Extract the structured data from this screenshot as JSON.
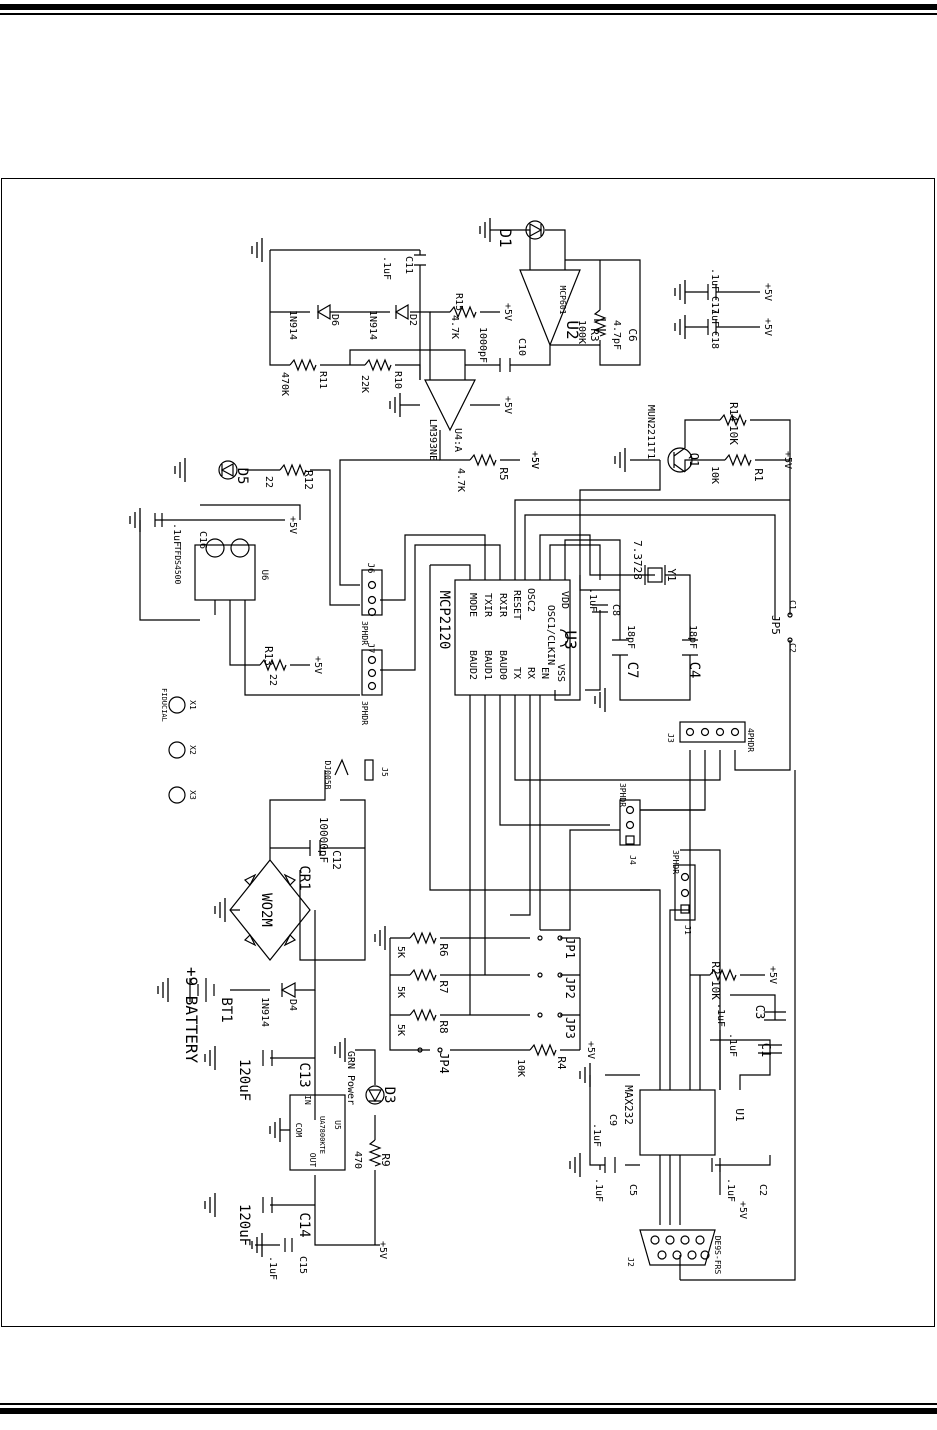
{
  "labels": {
    "D1": "D1",
    "U2": "U2",
    "U2p": "MCP601",
    "C11": "C11",
    "C11v": ".1uF",
    "R15": "R15",
    "R15v": "4.7K",
    "p5a": "+5V",
    "C17v": ".1uF",
    "C17": "C17",
    "p5b": "+5V",
    "C18v": ".1uF",
    "C18": "C18",
    "p5c": "+5V",
    "D6": "D6",
    "D6p": "1N914",
    "D2": "D2",
    "D2p": "1N914",
    "R3": "R3",
    "R3v": "100K",
    "C6": "C6",
    "C6v": "4.7pF",
    "C10": "C10",
    "C10v": "1000pF",
    "R11": "R11",
    "R11v": "470K",
    "R10": "R10",
    "R10v": "22K",
    "U4": "LM393NE",
    "U4A": "U4:A",
    "p5d": "+5V",
    "p5e": "+5V",
    "Q1": "MUN2211T1",
    "Q1n": "Q1",
    "R14": "R14",
    "R14v": "10K",
    "R1": "R1",
    "R1v": "10K",
    "p5f": "+5V",
    "D5": "D5",
    "R12": "R12",
    "R12v": "22",
    "R5": "R5",
    "R5v": "4.7K",
    "p5g": "+5V",
    "U6": "U6",
    "U6p": "TFDS4500",
    "C16": "C16",
    "C16v": ".1uF",
    "p5h": "+5V",
    "Y1": "Y1",
    "Y1v": "7.3728",
    "C8": "C8",
    "C8v": ".1uF",
    "C7": "C7",
    "C7v": "18pF",
    "C4": "C4",
    "C4v": "18pF",
    "JP5": "JP5",
    "JP5c1": "C1",
    "JP5c2": "C2",
    "J6": "J6",
    "J6p": "3PHDR",
    "J7": "J7",
    "J7p": "3PHDR",
    "R13": "R13",
    "R13v": "22",
    "p5i": "+5V",
    "U3": "U3",
    "U3p": "MCP2120",
    "pin1": "VDD",
    "pin2": "OSC1/CLKIN",
    "pin3": "OSC2",
    "pin4": "RESET",
    "pin5": "RXIR",
    "pin6": "TXIR",
    "pin7": "MODE",
    "pin8": "BAUD2",
    "pin9": "BAUD1",
    "pin10": "BAUD0",
    "pin11": "TX",
    "pin12": "RX",
    "pin13": "EN",
    "pin14": "VSS",
    "J3": "J3",
    "J3p": "4PHDR",
    "X1": "X1",
    "X2": "X2",
    "X3": "X3",
    "fid": "FIDUCIAL",
    "J5": "J5",
    "J5p": "DJ005B",
    "C12": "C12",
    "C12v": "10000pF",
    "CR1": "CR1",
    "CR1p": "WO2M",
    "J4": "J4",
    "J4p": "3PHDR",
    "J1": "J1",
    "J1p": "3PHDR",
    "R6": "R6",
    "R6v": "5K",
    "R7": "R7",
    "R7v": "5K",
    "R8": "R8",
    "R8v": "5K",
    "JP1": "JP1",
    "JP2": "JP2",
    "JP3": "JP3",
    "JP4": "JP4",
    "R4": "R4",
    "R4v": "10K",
    "p5j": "+5V",
    "R2": "R2",
    "R2v": "10K",
    "p5k": "+5V",
    "C3": "C3",
    "C3v": ".1uF",
    "C1": "C1",
    "C1v": ".1uF",
    "BT1": "BT1",
    "BT1v": "+9 BATTERY",
    "D4": "D4",
    "D4p": "1N914",
    "C13": "C13",
    "C13v": "120uF",
    "D3": "D3",
    "D3p": "GRN Power",
    "R9": "R9",
    "R9v": "470",
    "U5": "U5",
    "U5p": "UA7800KTE",
    "U5in": "IN",
    "U5com": "COM",
    "U5out": "OUT",
    "C14": "C14",
    "C14v": "120uF",
    "C15": "C15",
    "C15v": ".1uF",
    "p5l": "+5V",
    "U1": "U1",
    "U1p": "MAX232",
    "C9": "C9",
    "C9v": ".1uF",
    "C5": "C5",
    "C5v": ".1uF",
    "C2": "C2",
    "C2v": ".1uF",
    "p5m": "+5V",
    "J2": "J2",
    "J2p": "DE9S-FRS"
  }
}
